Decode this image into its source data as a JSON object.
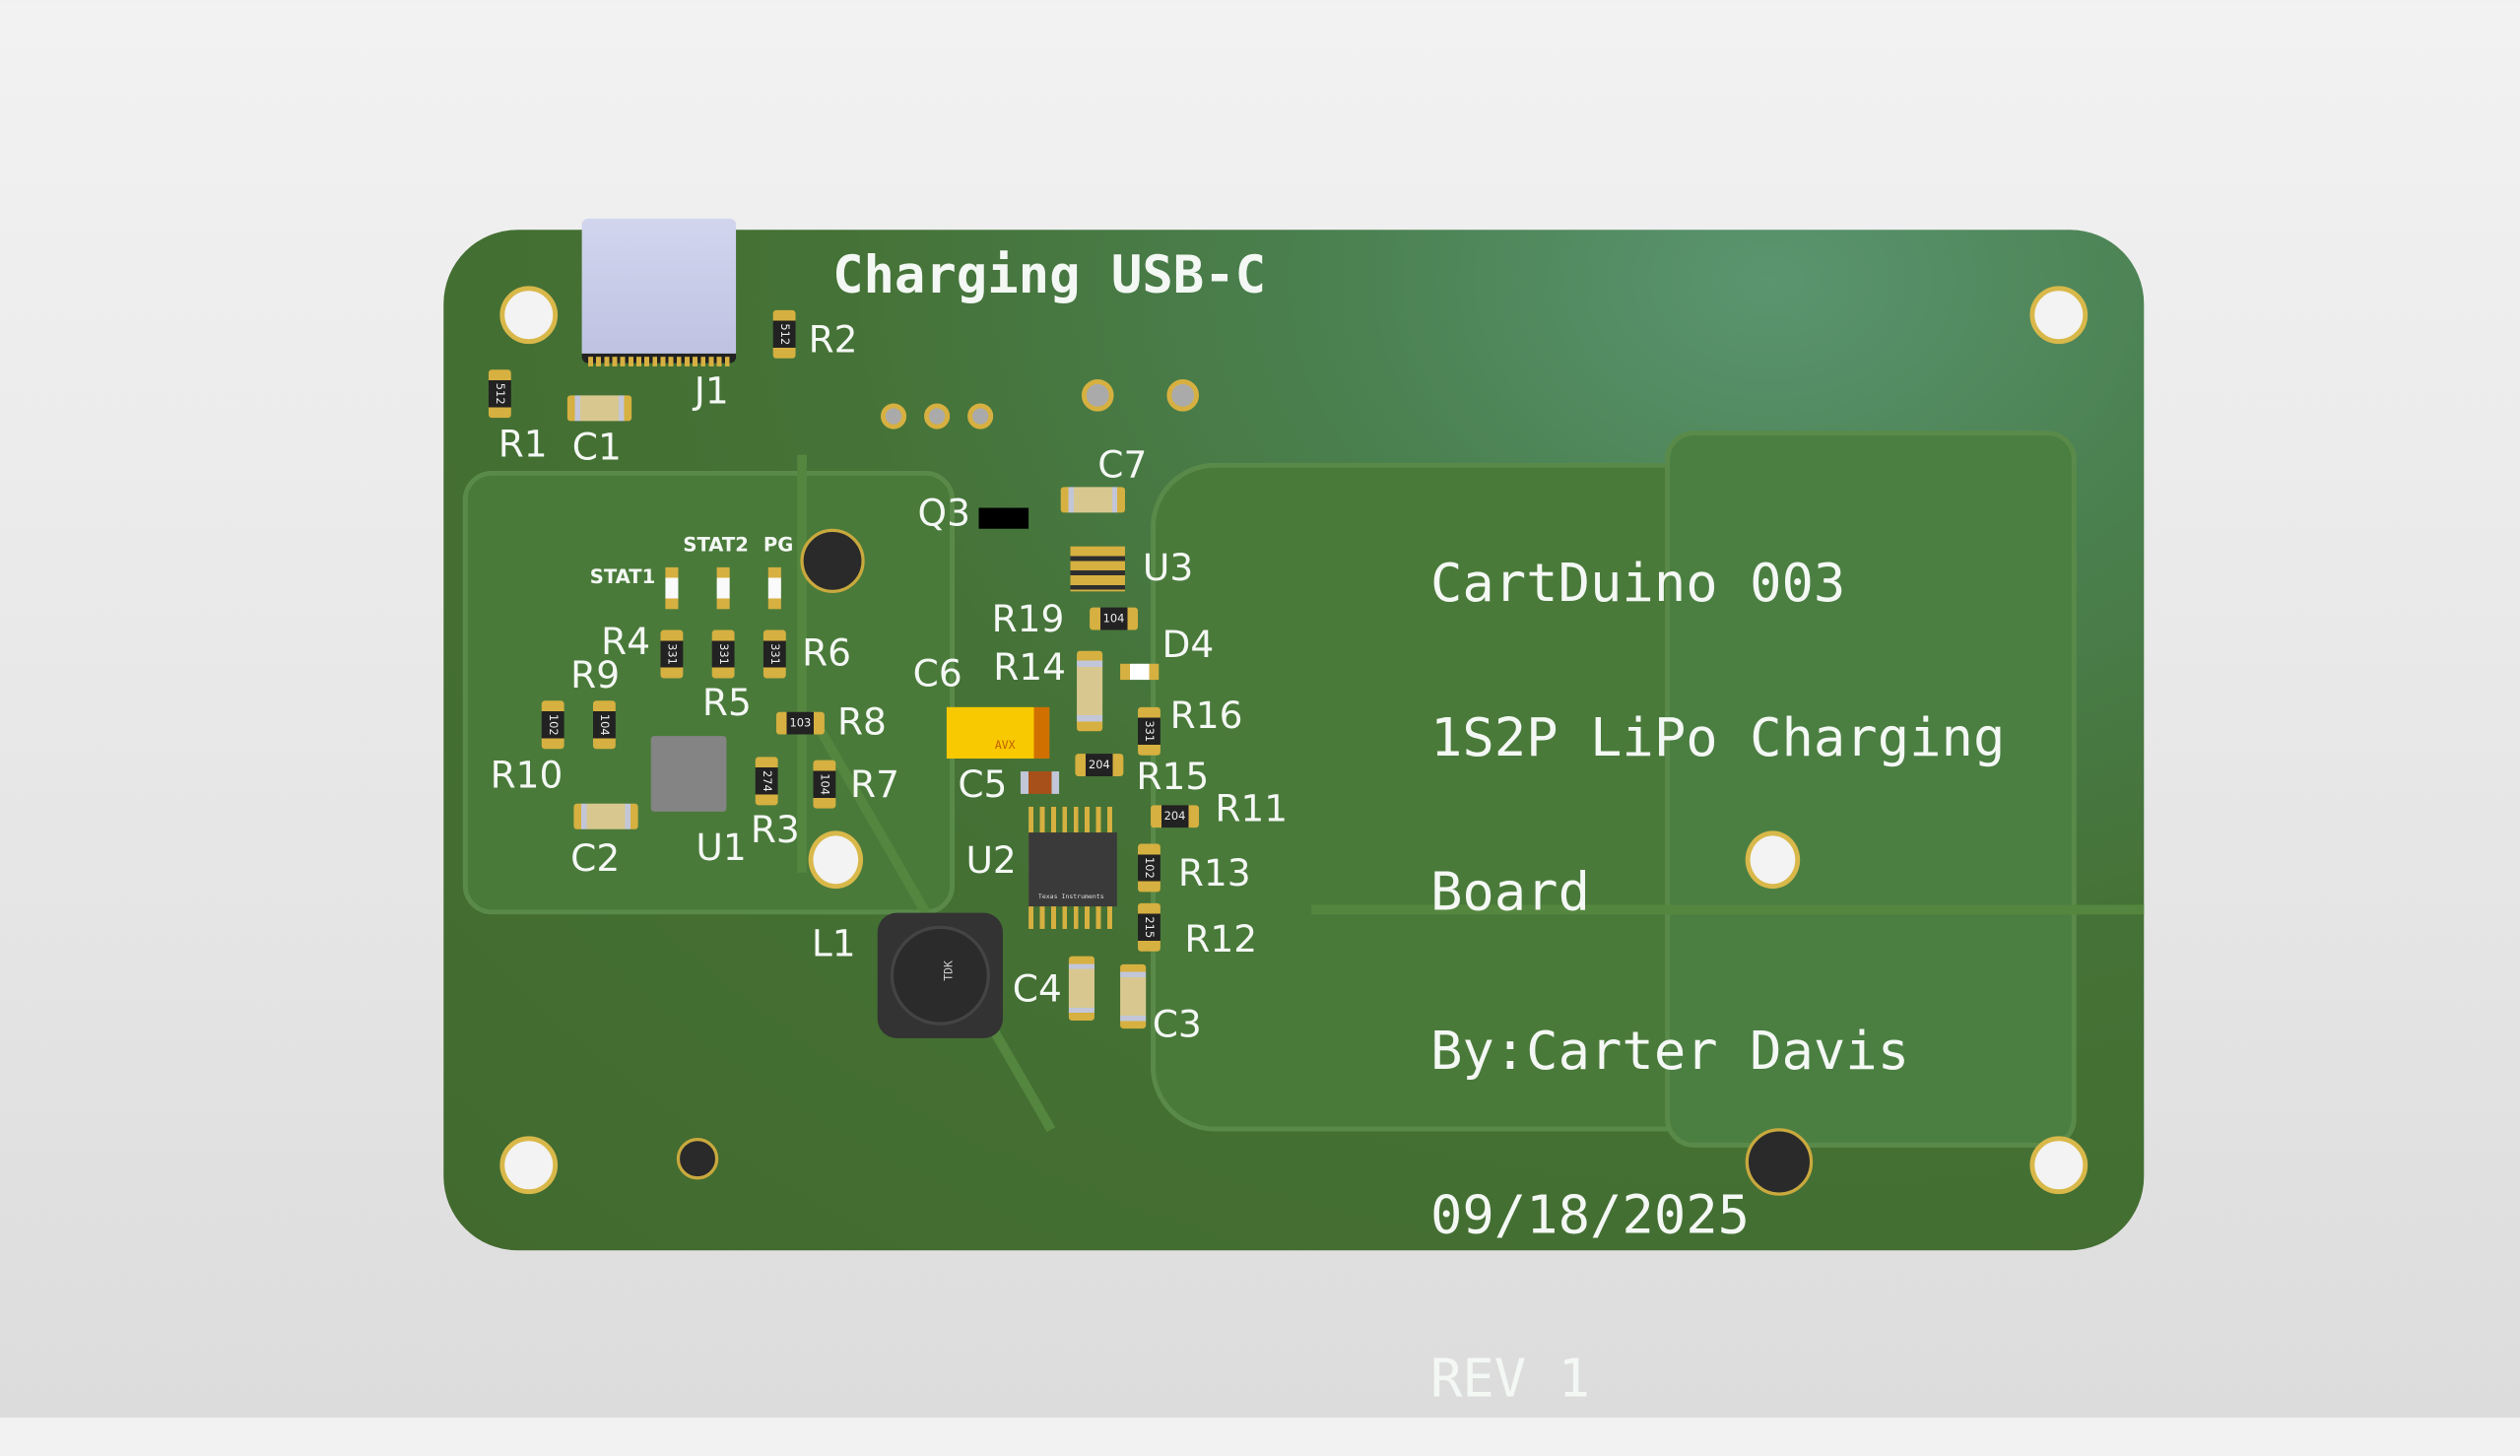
{
  "board": {
    "silkscreen_title": "Charging USB-C",
    "info_lines": [
      "CartDuino 003",
      "1S2P LiPo Charging",
      "Board",
      "By:Carter Davis",
      "09/18/2025",
      "REV 1"
    ],
    "led_labels": {
      "stat1": "STAT1",
      "stat2": "STAT2",
      "pg": "PG"
    },
    "designators": {
      "R1": "R1",
      "R2": "R2",
      "R3": "R3",
      "R4": "R4",
      "R5": "R5",
      "R6": "R6",
      "R7": "R7",
      "R8": "R8",
      "R9": "R9",
      "R10": "R10",
      "R11": "R11",
      "R12": "R12",
      "R13": "R13",
      "R14": "R14",
      "R15": "R15",
      "R16": "R16",
      "R19": "R19",
      "C1": "C1",
      "C2": "C2",
      "C3": "C3",
      "C4": "C4",
      "C5": "C5",
      "C6": "C6",
      "C7": "C7",
      "J1": "J1",
      "Q3": "Q3",
      "U1": "U1",
      "U2": "U2",
      "U3": "U3",
      "D4": "D4",
      "L1": "L1"
    },
    "markings": {
      "R1": "512",
      "R2": "512",
      "R4": "331",
      "R5": "331",
      "R6": "331",
      "R9": "102",
      "R10": "104",
      "R8": "103",
      "R3": "274",
      "R7": "104",
      "R19": "104",
      "R16": "331",
      "R15": "204",
      "R11": "204",
      "R13": "102",
      "R12": "215",
      "C6": "AVX",
      "L1": "TDK",
      "U2": "Texas Instruments"
    },
    "colors": {
      "pcb": "#457236",
      "silk": "#f4f8f4",
      "copper": "#d6b040"
    }
  }
}
